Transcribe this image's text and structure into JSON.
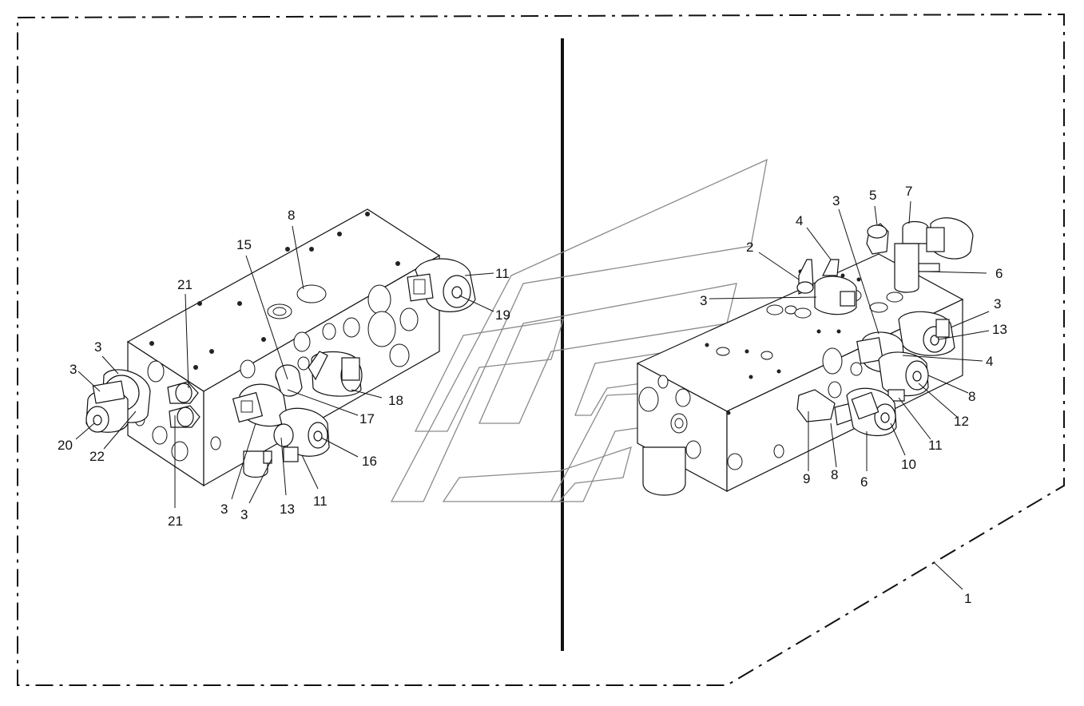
{
  "figure": {
    "left_view_callouts": [
      "8",
      "15",
      "11",
      "19",
      "21",
      "3",
      "3",
      "20",
      "22",
      "18",
      "17",
      "16",
      "21",
      "3",
      "3",
      "13",
      "11"
    ],
    "right_view_callouts": [
      "3",
      "5",
      "7",
      "4",
      "2",
      "3",
      "6",
      "3",
      "13",
      "4",
      "8",
      "12",
      "11",
      "9",
      "8",
      "6",
      "10"
    ],
    "assembly_callout": "1"
  }
}
